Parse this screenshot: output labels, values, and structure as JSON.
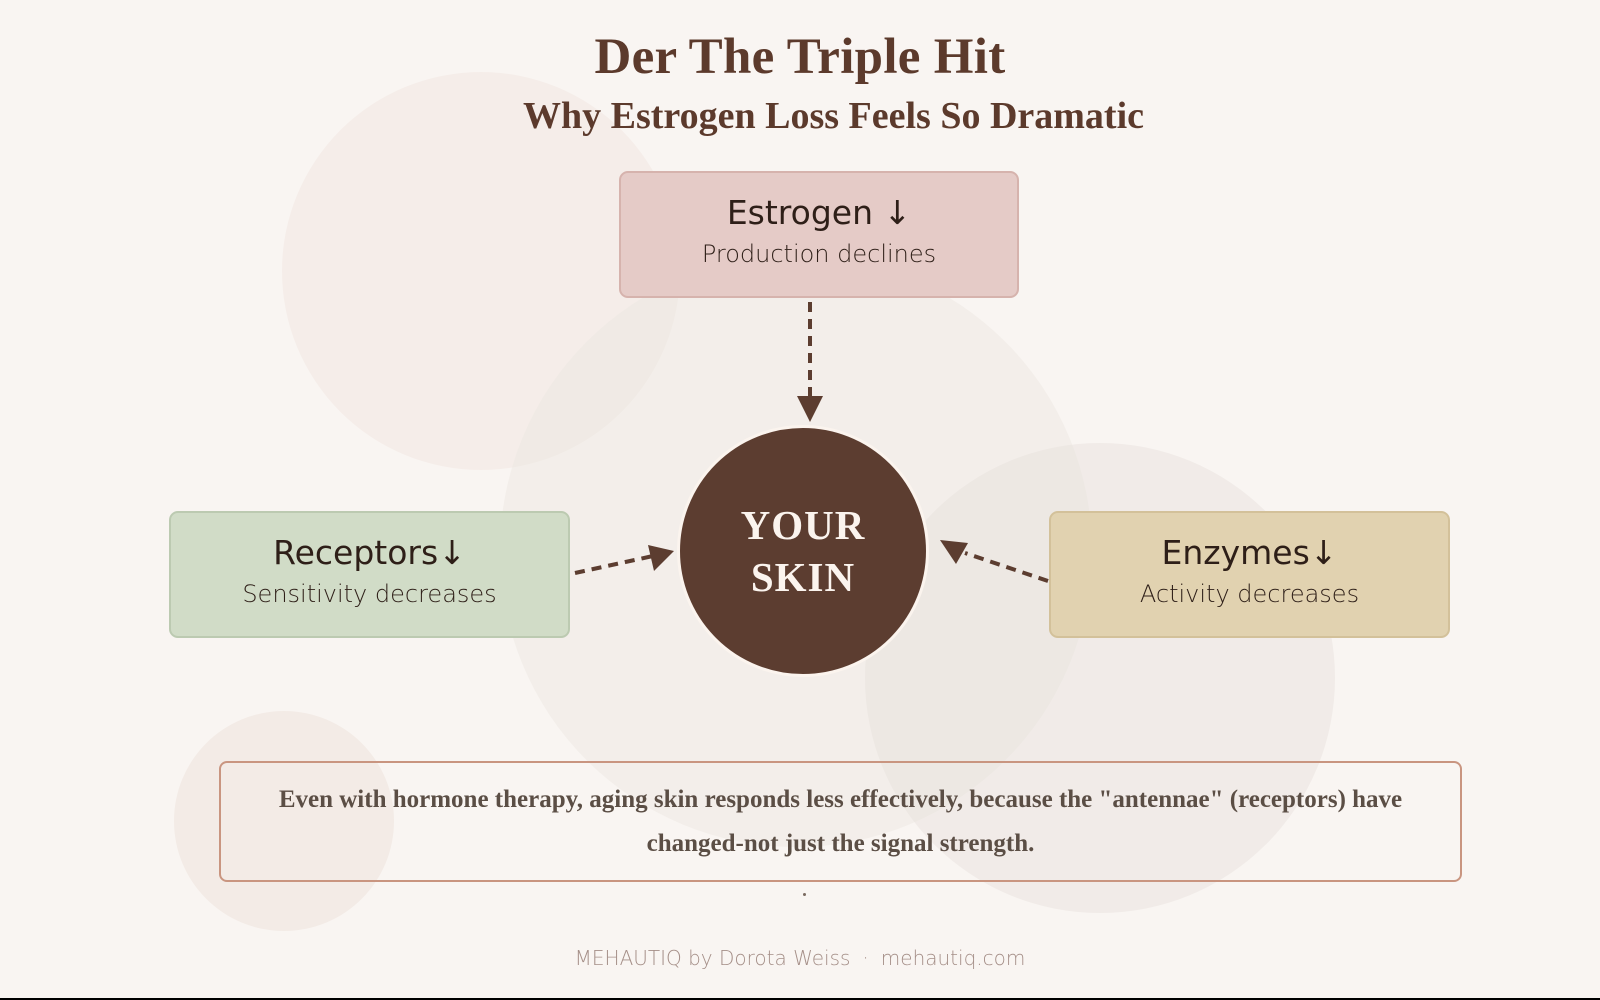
{
  "header": {
    "title": "Der The Triple Hit",
    "subtitle": "Why Estrogen Loss Feels So Dramatic"
  },
  "nodes": {
    "estrogen": {
      "title": "Estrogen ↓",
      "subtitle": "Production declines",
      "color": "#e5cbc7"
    },
    "receptors": {
      "title": "Receptors↓",
      "subtitle": "Sensitivity decreases",
      "color": "#d1dcc7"
    },
    "enzymes": {
      "title": "Enzymes↓",
      "subtitle": "Activity decreases",
      "color": "#e1d2b0"
    }
  },
  "center": {
    "line1": "YOUR",
    "line2": "SKIN",
    "color": "#5c3d30"
  },
  "edges": [
    {
      "from": "estrogen",
      "to": "center",
      "style": "dashed"
    },
    {
      "from": "receptors",
      "to": "center",
      "style": "dashed"
    },
    {
      "from": "enzymes",
      "to": "center",
      "style": "dashed"
    }
  ],
  "callout": {
    "text": "Even with hormone therapy, aging skin responds less effectively, because the \"antennae\" (receptors) have changed-not just the signal strength."
  },
  "footer": {
    "brand": "MEHAUTIQ by Dorota Weiss",
    "separator": "·",
    "website": "mehautiq.com"
  },
  "colors": {
    "background": "#f9f5f2",
    "accent": "#5c3a2c",
    "callout_border": "#c99580"
  }
}
